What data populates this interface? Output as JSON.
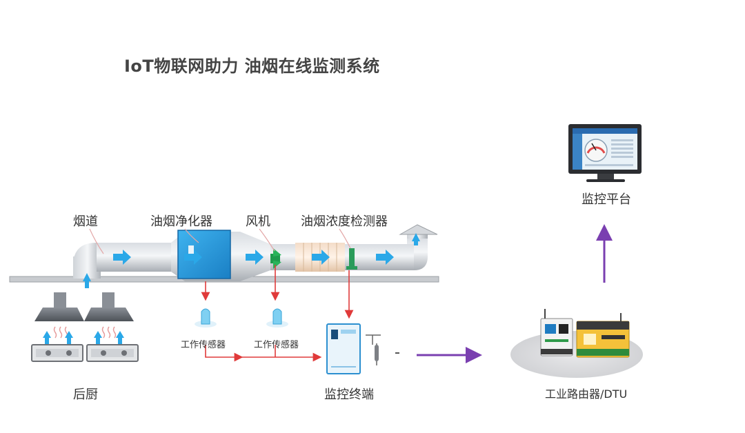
{
  "title": "IoT物联网助力 油烟在线监测系统",
  "labels": {
    "duct": "烟道",
    "purifier": "油烟净化器",
    "fan": "风机",
    "detector": "油烟浓度检测器",
    "kitchen": "后厨",
    "sensor_1": "工作传感器",
    "sensor_2": "工作传感器",
    "terminal": "监控终端",
    "router": "工业路由器/DTU",
    "platform": "监控平台"
  },
  "colors": {
    "flow_arrow": "#2aa8e8",
    "signal_line": "#e03a3a",
    "link_arrow": "#7a3fb0",
    "title": "#444444"
  }
}
